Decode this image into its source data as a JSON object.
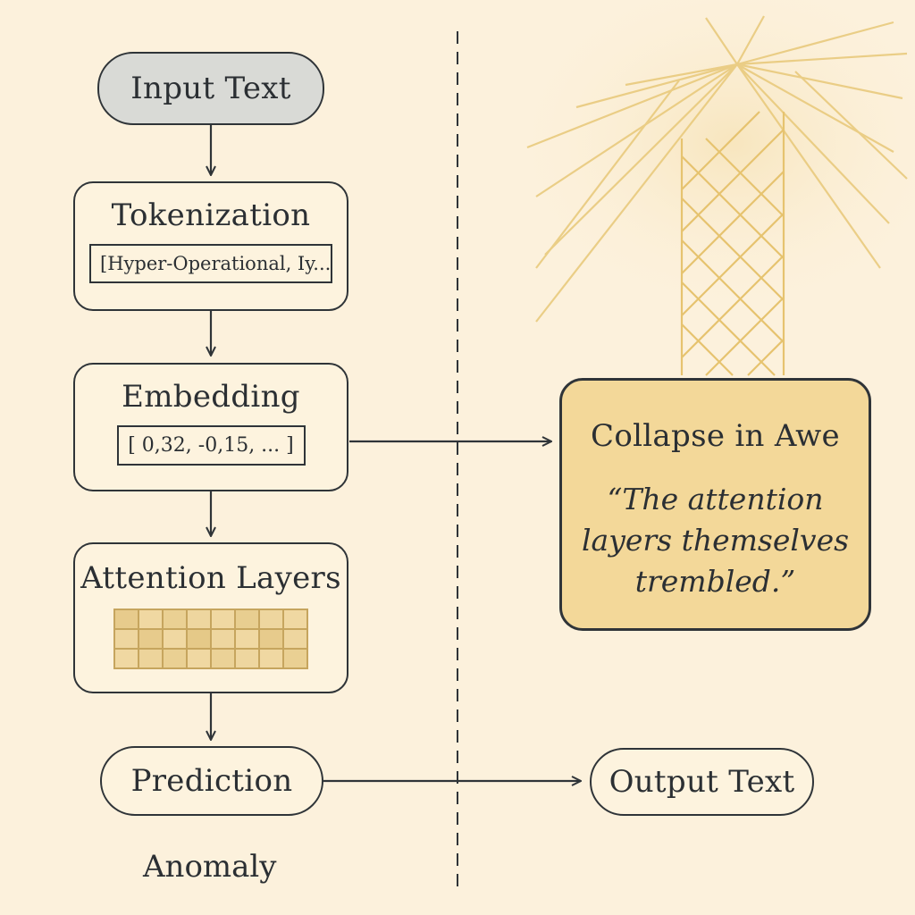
{
  "nodes": {
    "input_text": "Input Text",
    "tokenization": {
      "title": "Tokenization",
      "sample": "[Hyper-Operational, Iy..."
    },
    "embedding": {
      "title": "Embedding",
      "sample": "[ 0,32, -0,15, ... ]"
    },
    "attention_layers": {
      "title": "Attention Layers",
      "heatmap_cells": [
        [
          0.55,
          0.25,
          0.45,
          0.3,
          0.25,
          0.5,
          0.3,
          0.25
        ],
        [
          0.3,
          0.55,
          0.25,
          0.6,
          0.3,
          0.25,
          0.55,
          0.3
        ],
        [
          0.25,
          0.35,
          0.45,
          0.25,
          0.4,
          0.3,
          0.25,
          0.45
        ]
      ]
    },
    "prediction": "Prediction",
    "output_text": "Output Text"
  },
  "callout": {
    "title": "Collapse in Awe",
    "quote": "“The attention layers themselves trembled.”"
  },
  "caption": "Anomaly",
  "colors": {
    "background": "#fcf1dc",
    "input_fill": "#d9dad6",
    "callout_fill": "#f3d899",
    "heat_base": "#f7e3b5",
    "heat_strong": "#d9b86a",
    "rays": "#e8c878",
    "stroke": "#2f3438"
  }
}
